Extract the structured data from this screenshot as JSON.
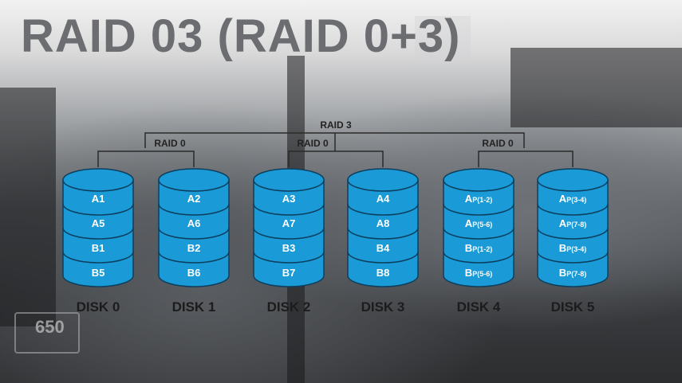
{
  "title": "RAID 03 (RAID 0+3)",
  "top_label": "RAID 3",
  "groups": [
    {
      "label": "RAID 0"
    },
    {
      "label": "RAID 0"
    },
    {
      "label": "RAID 0"
    }
  ],
  "disks": [
    {
      "name": "DISK 0",
      "blocks": [
        {
          "main": "A1",
          "sub": ""
        },
        {
          "main": "A5",
          "sub": ""
        },
        {
          "main": "B1",
          "sub": ""
        },
        {
          "main": "B5",
          "sub": ""
        }
      ]
    },
    {
      "name": "DISK 1",
      "blocks": [
        {
          "main": "A2",
          "sub": ""
        },
        {
          "main": "A6",
          "sub": ""
        },
        {
          "main": "B2",
          "sub": ""
        },
        {
          "main": "B6",
          "sub": ""
        }
      ]
    },
    {
      "name": "DISK 2",
      "blocks": [
        {
          "main": "A3",
          "sub": ""
        },
        {
          "main": "A7",
          "sub": ""
        },
        {
          "main": "B3",
          "sub": ""
        },
        {
          "main": "B7",
          "sub": ""
        }
      ]
    },
    {
      "name": "DISK 3",
      "blocks": [
        {
          "main": "A4",
          "sub": ""
        },
        {
          "main": "A8",
          "sub": ""
        },
        {
          "main": "B4",
          "sub": ""
        },
        {
          "main": "B8",
          "sub": ""
        }
      ]
    },
    {
      "name": "DISK 4",
      "blocks": [
        {
          "main": "A",
          "sub": "P(1-2)"
        },
        {
          "main": "A",
          "sub": "P(5-6)"
        },
        {
          "main": "B",
          "sub": "P(1-2)"
        },
        {
          "main": "B",
          "sub": "P(5-6)"
        }
      ]
    },
    {
      "name": "DISK 5",
      "blocks": [
        {
          "main": "A",
          "sub": "P(3-4)"
        },
        {
          "main": "A",
          "sub": "P(7-8)"
        },
        {
          "main": "B",
          "sub": "P(3-4)"
        },
        {
          "main": "B",
          "sub": "P(7-8)"
        }
      ]
    }
  ],
  "background_text": "650",
  "colors": {
    "disk_fill": "#1a9ad6",
    "disk_stroke": "#0c3f5e",
    "title": "#6b6d70",
    "line": "#2a2a2a"
  }
}
